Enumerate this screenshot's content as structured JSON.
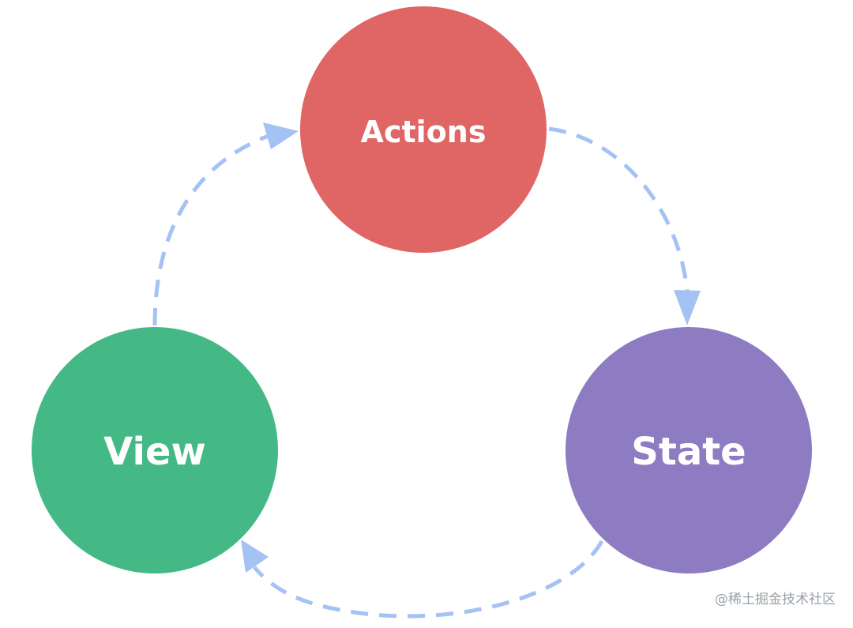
{
  "diagram": {
    "nodes": {
      "actions": {
        "label": "Actions",
        "color": "#e06666"
      },
      "state": {
        "label": "State",
        "color": "#8e7cc3"
      },
      "view": {
        "label": "View",
        "color": "#44b985"
      }
    },
    "edges": [
      {
        "from": "Actions",
        "to": "State"
      },
      {
        "from": "State",
        "to": "View"
      },
      {
        "from": "View",
        "to": "Actions"
      }
    ],
    "edge_color": "#a4c2f4",
    "edge_style": "dashed"
  },
  "watermark": "@稀土掘金技术社区"
}
